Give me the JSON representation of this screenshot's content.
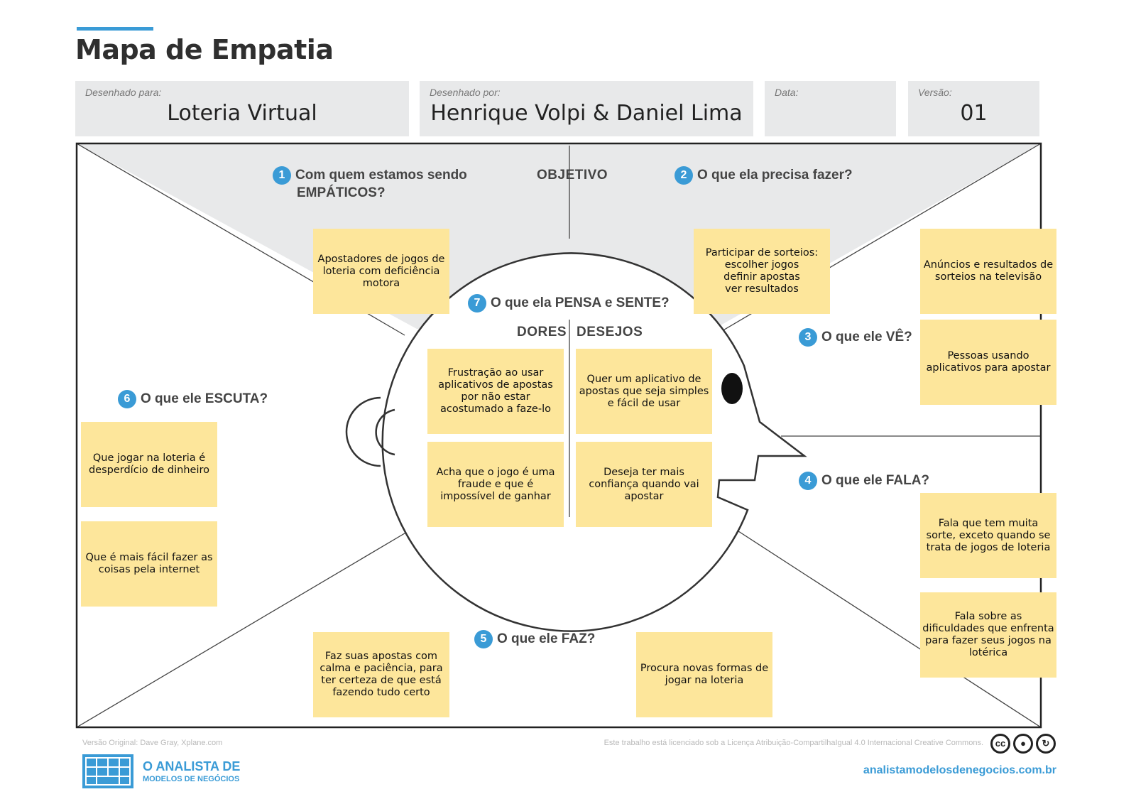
{
  "header": {
    "title": "Mapa de Empatia",
    "fields": {
      "designed_for": {
        "label": "Desenhado para:",
        "value": "Loteria Virtual"
      },
      "designed_by": {
        "label": "Desenhado por:",
        "value": "Henrique Volpi & Daniel Lima"
      },
      "date": {
        "label": "Data:",
        "value": ""
      },
      "version": {
        "label": "Versão:",
        "value": "01"
      }
    }
  },
  "sections": {
    "objective": "OBJETIVO",
    "q1": {
      "number": "1",
      "text_line1": "Com quem estamos sendo",
      "text_line2": "EMPÁTICOS?"
    },
    "q2": {
      "number": "2",
      "text": "O que ela precisa fazer?"
    },
    "q3": {
      "number": "3",
      "text": "O que ele VÊ?"
    },
    "q4": {
      "number": "4",
      "text": "O que ele FALA?"
    },
    "q5": {
      "number": "5",
      "text": "O que ele FAZ?"
    },
    "q6": {
      "number": "6",
      "text": "O que ele ESCUTA?"
    },
    "q7": {
      "number": "7",
      "text": "O que ela PENSA e SENTE?"
    },
    "pains": "DORES",
    "desires": "DESEJOS"
  },
  "notes": {
    "who": "Apostadores de jogos de loteria com deficiência motora",
    "need": "Participar de sorteios:\nescolher jogos\ndefinir apostas\nver resultados",
    "sees_1": "Anúncios e resultados de sorteios na televisão",
    "sees_2": "Pessoas usando aplicativos para apostar",
    "pain_1": "Frustração ao usar aplicativos de apostas por não estar acostumado a faze-lo",
    "pain_2": "Acha que o jogo é uma fraude e que é  impossível de ganhar",
    "desire_1": "Quer um aplicativo de apostas que seja simples e fácil de usar",
    "desire_2": "Deseja ter mais confiança quando vai apostar",
    "hears_1": "Que jogar na loteria é desperdício de dinheiro",
    "hears_2": "Que é mais fácil fazer as coisas pela internet",
    "says_1": "Fala que tem muita sorte, exceto quando se trata de jogos de loteria",
    "says_2": "Fala sobre as dificuldades que enfrenta para fazer seus jogos na lotérica",
    "does_1": "Faz suas apostas com calma e paciência, para ter certeza de que está fazendo tudo certo",
    "does_2": "Procura novas formas de jogar na loteria"
  },
  "footer": {
    "original_version": "Versão Original: Dave Gray, Xplane.com",
    "license": "Este trabalho está licenciado sob a Licença Atribuição-CompartilhaIgual 4.0 Internacional Creative Commons.",
    "brand_line1": "O ANALISTA DE",
    "brand_line2": "MODELOS DE NEGÓCIOS",
    "website": "analistamodelosdenegocios.com.br"
  },
  "colors": {
    "accent": "#3a9bd6",
    "sticky": "#fde69b",
    "gray_band": "#e8e9ea"
  }
}
